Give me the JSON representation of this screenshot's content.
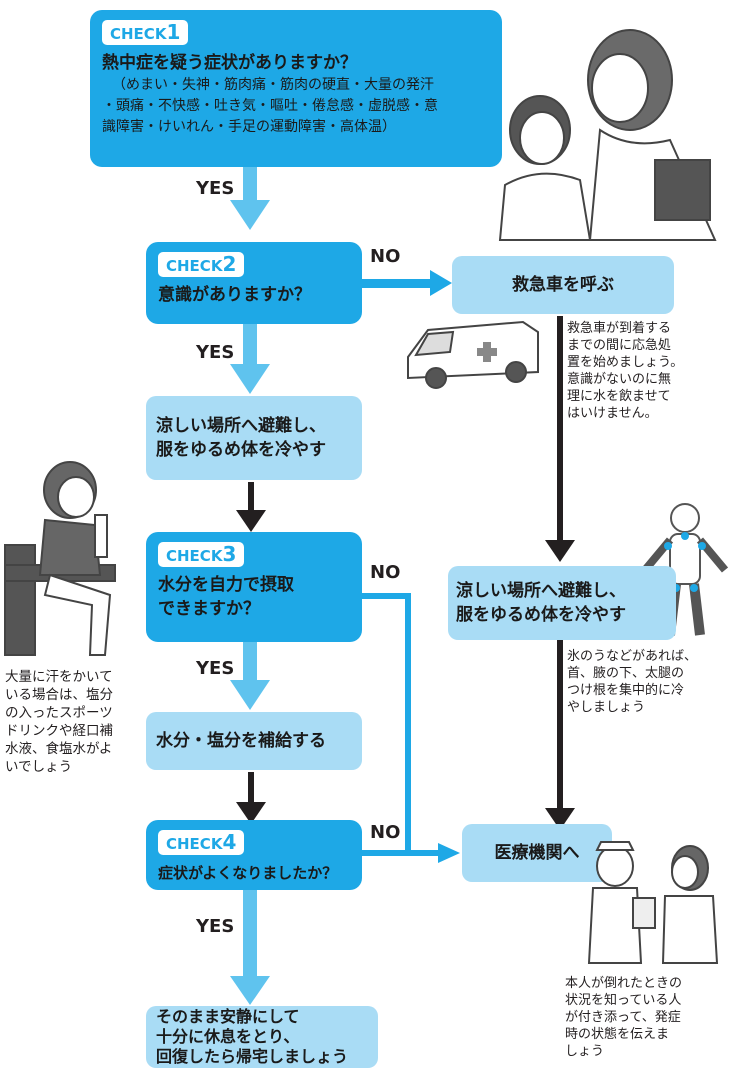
{
  "colors": {
    "check": "#1ea8e6",
    "light": "#a9dcf5",
    "arrow_blue": "#5fc3ee",
    "line_blue": "#1ea8e6",
    "arrow_black": "#231f20"
  },
  "check1": {
    "badge_text": "CHECK",
    "badge_num": "1",
    "question": "熱中症を疑う症状がありますか？",
    "symptoms_lines": [
      "（めまい・失神・筋肉痛・筋肉の硬直・大量の発汗",
      "・頭痛・不快感・吐き気・嘔吐・倦怠感・虚脱感・意",
      "識障害・けいれん・手足の運動障害・高体温）"
    ]
  },
  "check2": {
    "badge_text": "CHECK",
    "badge_num": "2",
    "question": "意識がありますか？"
  },
  "check3": {
    "badge_text": "CHECK",
    "badge_num": "3",
    "question_lines": [
      "水分を自力で摂取",
      "できますか？"
    ]
  },
  "check4": {
    "badge_text": "CHECK",
    "badge_num": "4",
    "question": "症状がよくなりましたか？"
  },
  "action_cool_left": {
    "lines": [
      "涼しい場所へ避難し、",
      "服をゆるめ体を冷やす"
    ]
  },
  "action_hydrate": {
    "text": "水分・塩分を補給する"
  },
  "action_rest": {
    "lines": [
      "そのまま安静にして",
      "十分に休息をとり、",
      "回復したら帰宅しましょう"
    ]
  },
  "action_ambulance": {
    "text": "救急車を呼ぶ"
  },
  "action_cool_right": {
    "lines": [
      "涼しい場所へ避難し、",
      "服をゆるめ体を冷やす"
    ]
  },
  "action_hospital": {
    "text": "医療機関へ"
  },
  "labels": {
    "yes": "YES",
    "no": "NO"
  },
  "notes": {
    "ambulance": [
      "救急車が到着する",
      "までの間に応急処",
      "置を始めましょう。",
      "意識がないのに無",
      "理に水を飲ませて",
      "はいけません。"
    ],
    "cooling": [
      "氷のうなどがあれば、",
      "首、腋の下、太腿の",
      "つけ根を集中的に冷",
      "やしましょう"
    ],
    "drink": [
      "大量に汗をかいて",
      "いる場合は、塩分",
      "の入ったスポーツ",
      "ドリンクや経口補",
      "水液、食塩水がよ",
      "いでしょう"
    ],
    "hospital": [
      "本人が倒れたときの",
      "状況を知っている人",
      "が付き添って、発症",
      "時の状態を伝えま",
      "しょう"
    ]
  },
  "illustrations": {
    "top_right": "mother-and-child-illustration",
    "ambulance": "ambulance-illustration",
    "body_figure": "body-cooling-points-illustration",
    "drinking_girl": "girl-drinking-on-bench-illustration",
    "nurse": "nurse-and-patient-illustration"
  }
}
